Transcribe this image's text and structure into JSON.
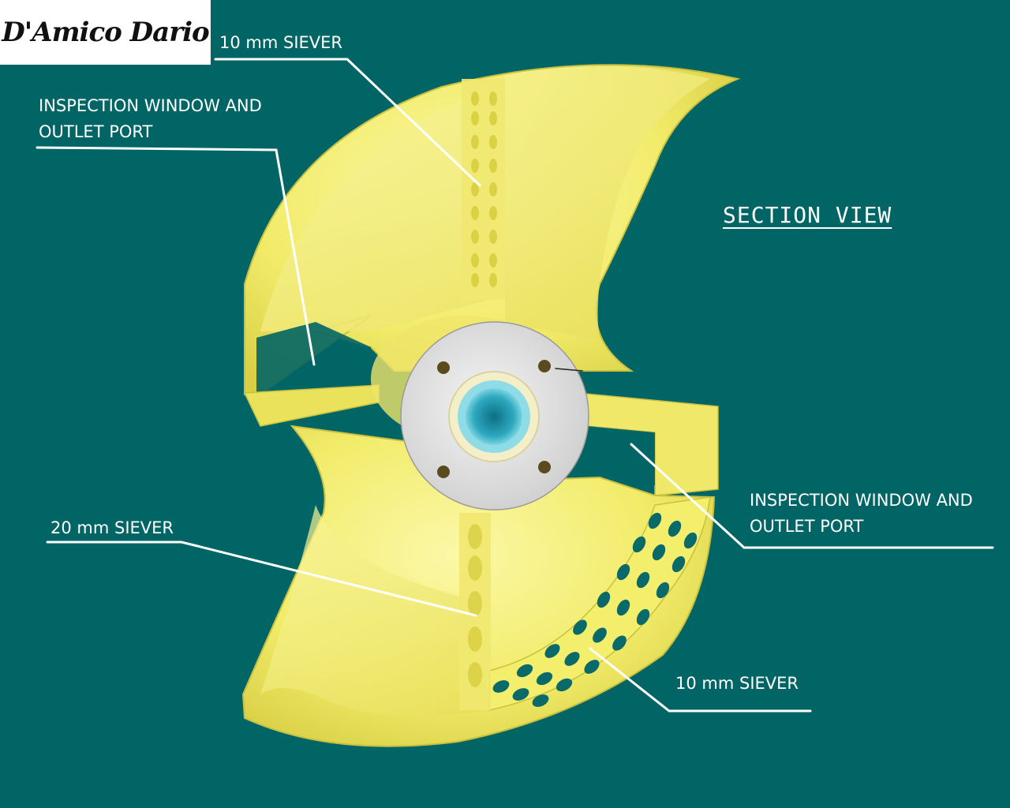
{
  "logo": {
    "text": "D'Amico Dario"
  },
  "title": "SECTION VIEW",
  "callouts": {
    "top_sieve": "10 mm SIEVER",
    "left_window_line1": "INSPECTION WINDOW AND",
    "left_window_line2": "OUTLET PORT",
    "right_window_line1": "INSPECTION WINDOW AND",
    "right_window_line2": "OUTLET PORT",
    "twenty_sieve": "20 mm SIEVER",
    "bottom_sieve": "10 mm SIEVER"
  },
  "colors": {
    "background": "#026565",
    "part": "#f2ef6e",
    "part_shadow": "#d9d24d",
    "hub": "#e6e6e6",
    "bore": "#3fb6c8",
    "leader": "#ffffff"
  }
}
